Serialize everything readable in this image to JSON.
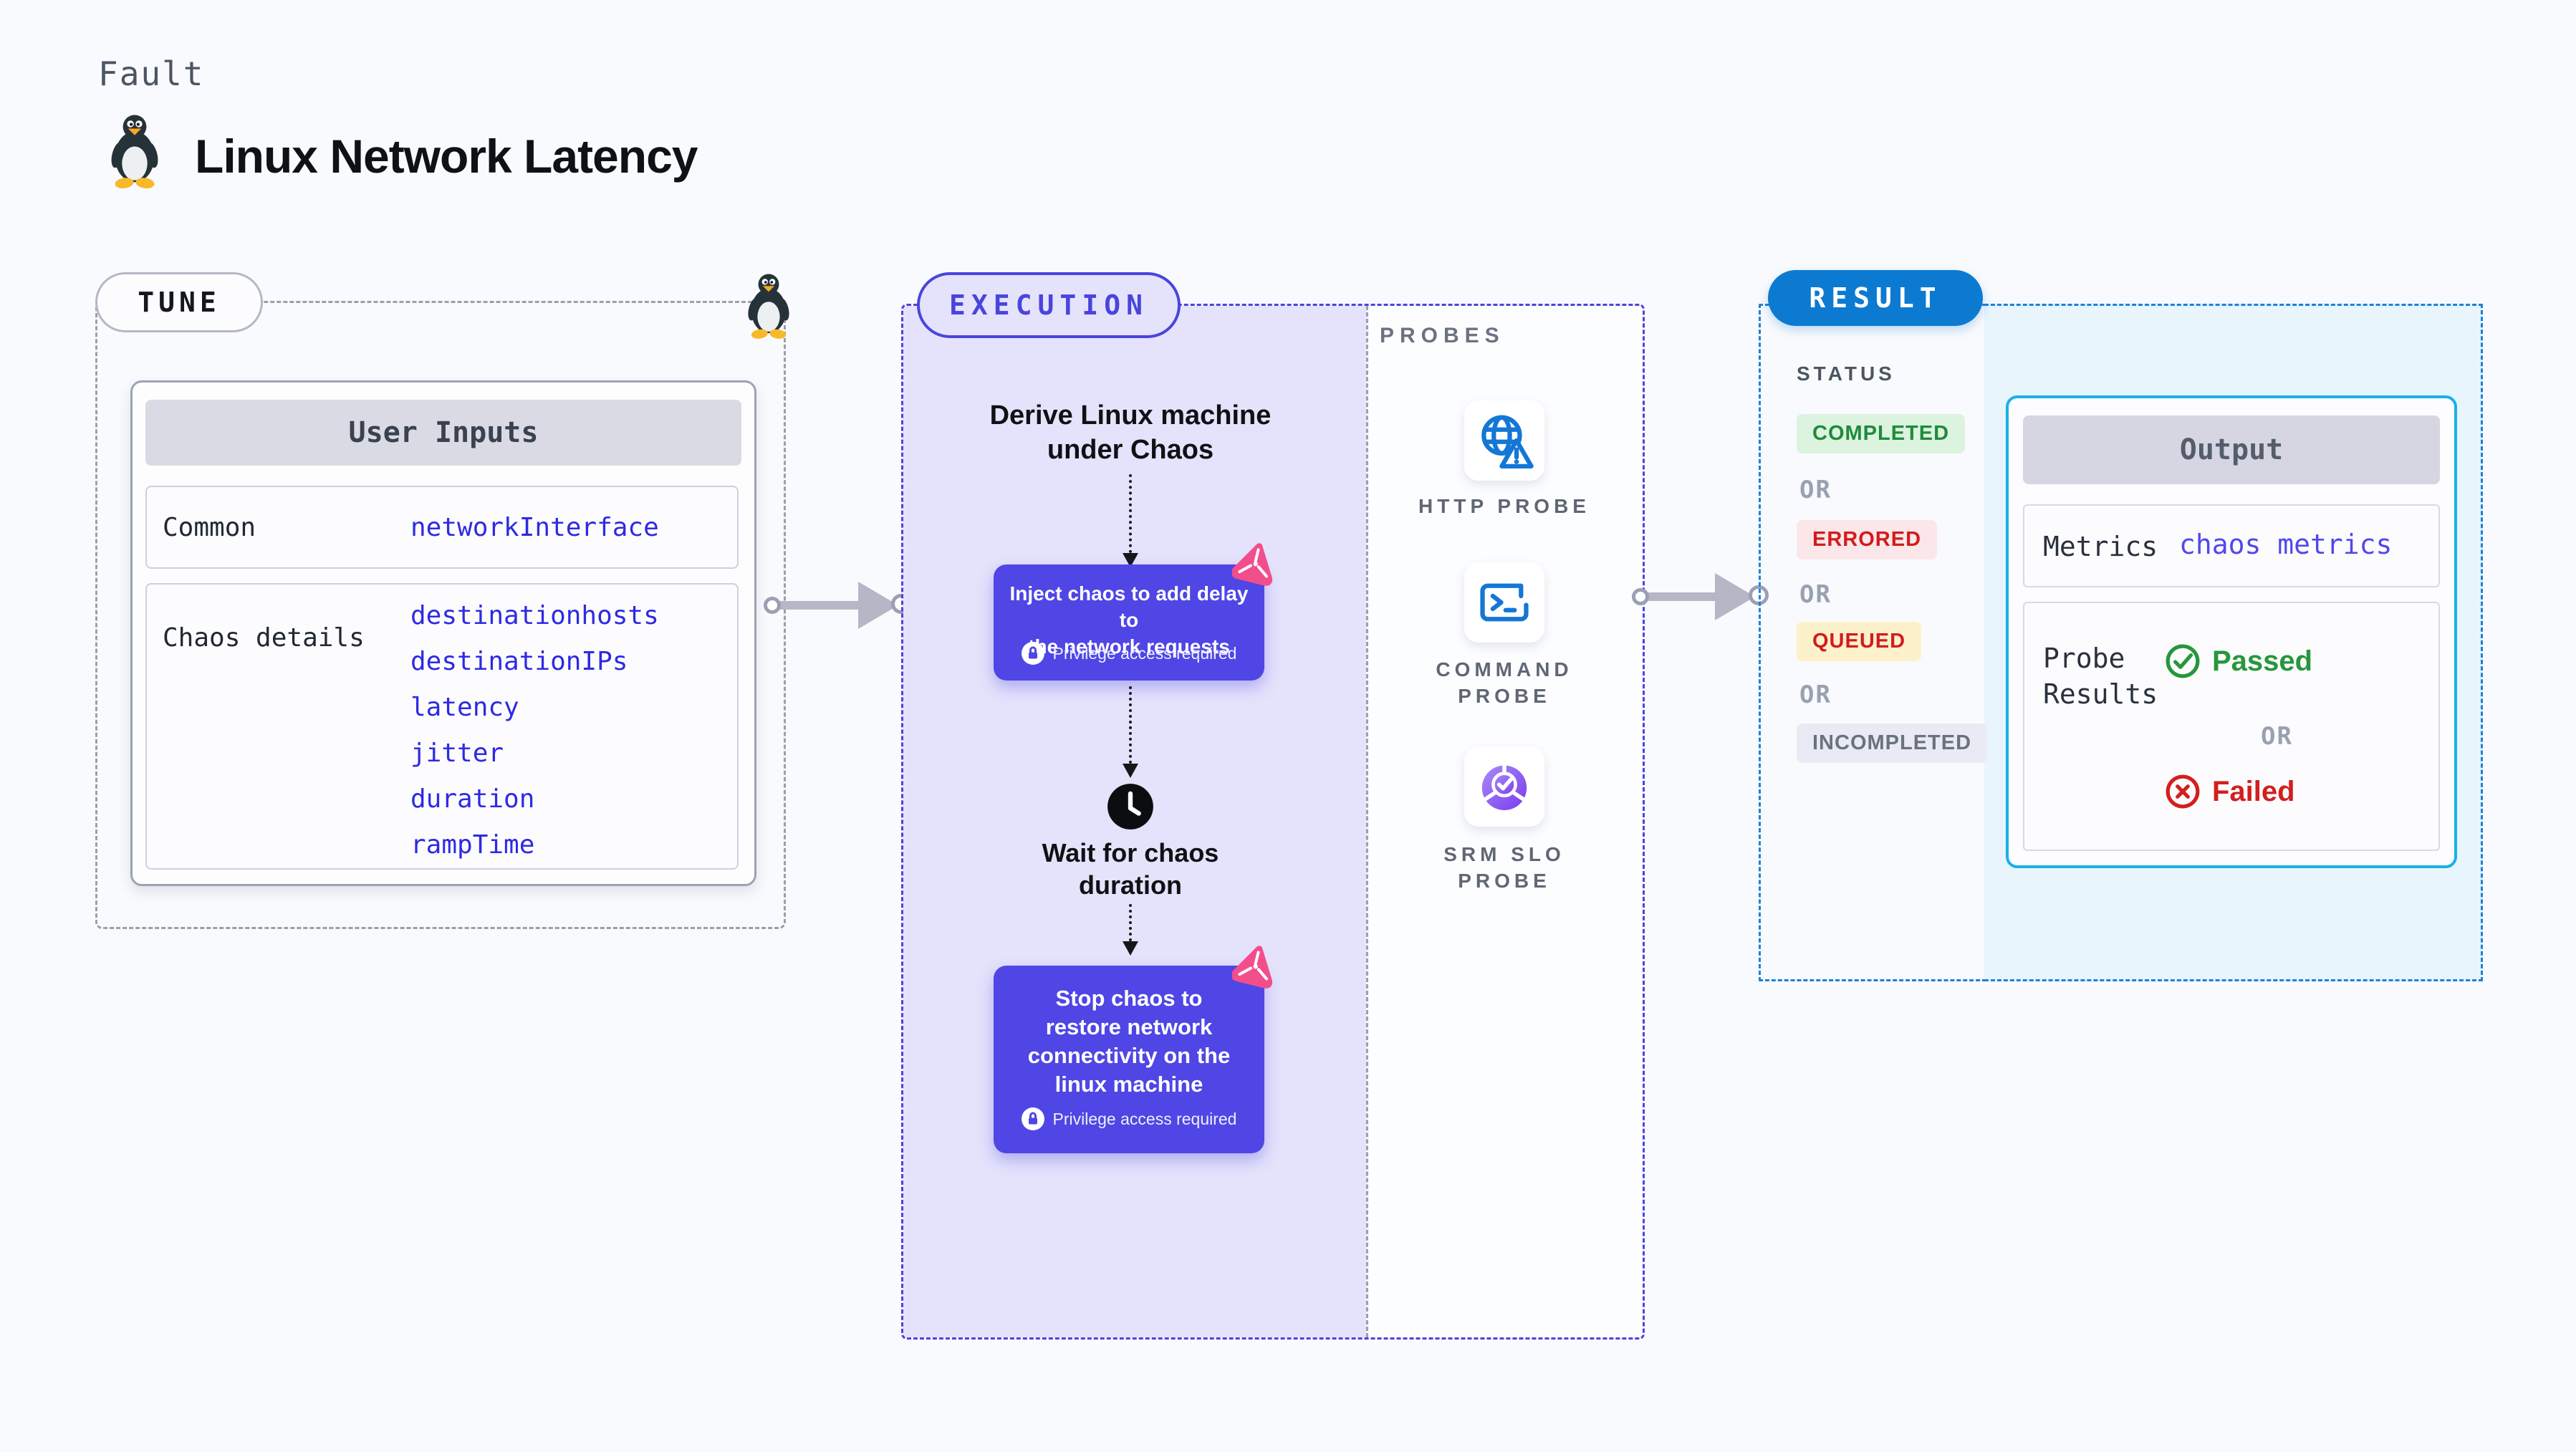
{
  "header": {
    "eyebrow": "Fault",
    "title": "Linux Network Latency"
  },
  "tune": {
    "pill": "TUNE",
    "user_inputs": {
      "header": "User Inputs",
      "rows": [
        {
          "label": "Common",
          "values": [
            "networkInterface"
          ]
        },
        {
          "label": "Chaos details",
          "values": [
            "destinationhosts",
            "destinationIPs",
            "latency",
            "jitter",
            "duration",
            "rampTime"
          ]
        }
      ]
    }
  },
  "execution": {
    "pill": "EXECUTION",
    "derive_step": "Derive Linux machine\nunder Chaos",
    "inject_step": {
      "text": "Inject chaos to add delay to\nthe network requests",
      "badge": "Privilege access required"
    },
    "wait_step": "Wait for chaos\nduration",
    "stop_step": {
      "text": "Stop chaos to\nrestore network\nconnectivity on the\nlinux machine",
      "badge": "Privilege access required"
    },
    "probes": {
      "title": "PROBES",
      "items": [
        {
          "label": "HTTP PROBE",
          "icon": "globe-alert-icon"
        },
        {
          "label": "COMMAND\nPROBE",
          "icon": "terminal-icon"
        },
        {
          "label": "SRM SLO\nPROBE",
          "icon": "slo-pie-check-icon"
        }
      ]
    }
  },
  "result": {
    "pill": "RESULT",
    "status": {
      "title": "STATUS",
      "or": "OR",
      "items": [
        {
          "label": "COMPLETED",
          "fg": "#1f8b3b",
          "bg": "#dcf3df"
        },
        {
          "label": "ERRORED",
          "fg": "#d21c1c",
          "bg": "#fbe7ea"
        },
        {
          "label": "QUEUED",
          "fg": "#d21c1c",
          "bg": "#fdf1cc"
        },
        {
          "label": "INCOMPLETED",
          "fg": "#6a7280",
          "bg": "#e9eaf3"
        }
      ]
    },
    "output": {
      "header": "Output",
      "metrics_label": "Metrics",
      "metrics_value": "chaos metrics",
      "probe_label": "Probe\nResults",
      "passed": "Passed",
      "or": "OR",
      "failed": "Failed"
    }
  },
  "colors": {
    "page_bg": "#f9fafd",
    "accent_indigo": "#4a44dd",
    "node_indigo": "#4f46e5",
    "lavender_bg": "#e4e3fb",
    "result_blue": "#0d7ad2",
    "result_border_blue": "#1b82d8",
    "output_bg": "#e8f5fd",
    "output_border_cyan": "#19b1e8",
    "value_blue": "#2e2ae2",
    "metrics_value_blue": "#5247ec",
    "chaos_pink": "#f34e8c",
    "passed_green": "#27963c",
    "failed_red": "#d21f1f",
    "probe_icon_blue": "#1477d6",
    "srm_purple": "#7c3aed"
  }
}
